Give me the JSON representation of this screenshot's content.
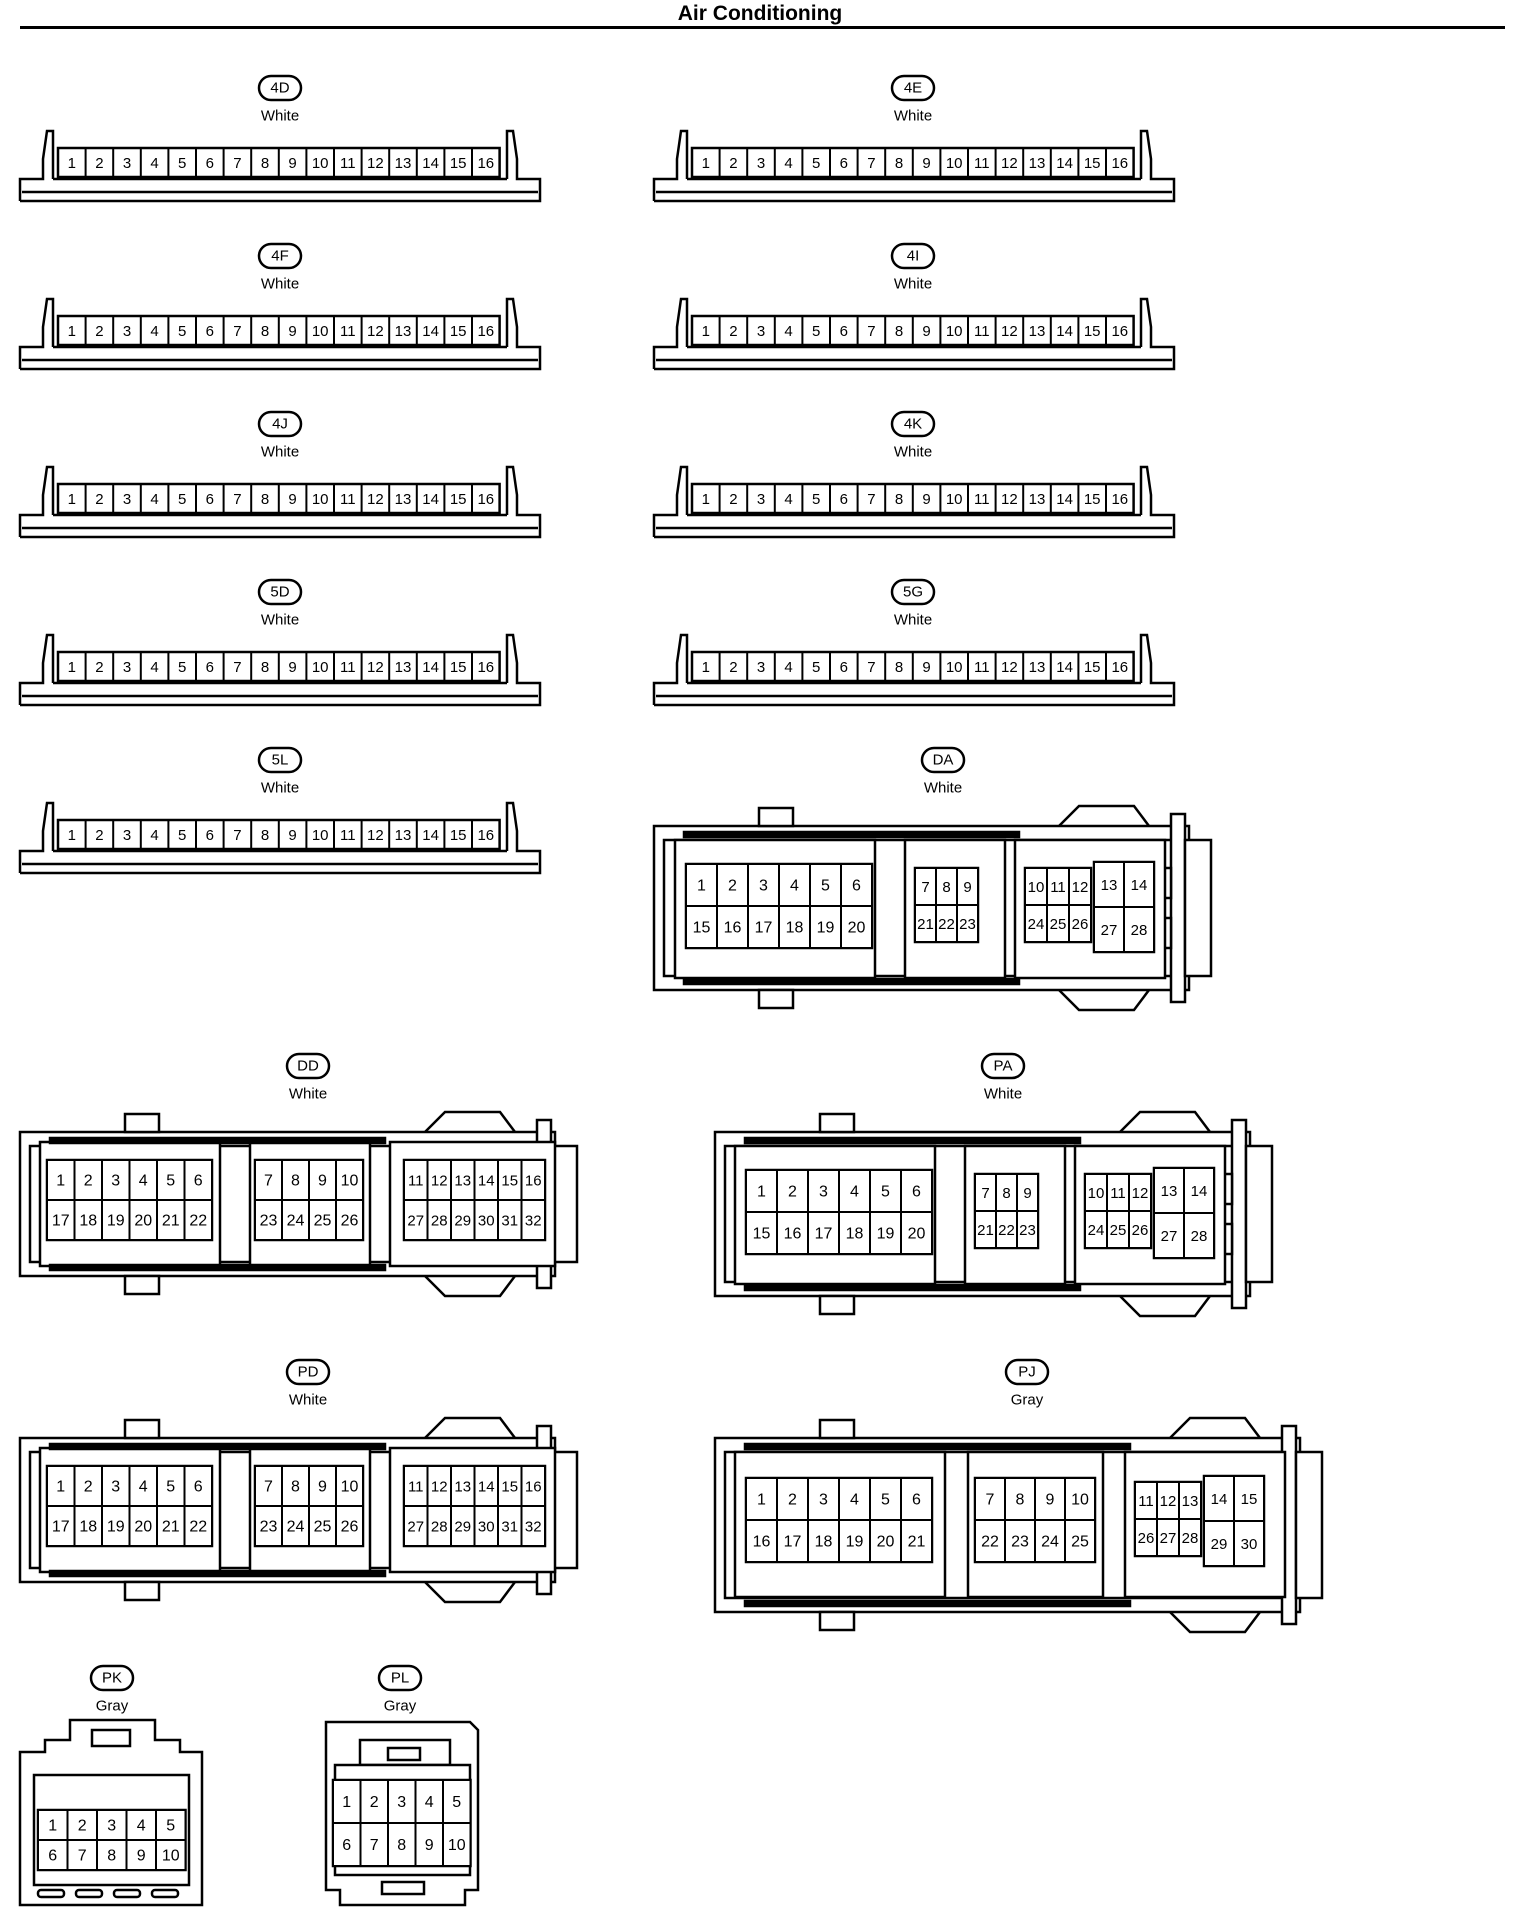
{
  "title": "Air Conditioning",
  "connectors": [
    {
      "id": "4D",
      "color": "White",
      "type": "linear16",
      "pins": [
        "1",
        "2",
        "3",
        "4",
        "5",
        "6",
        "7",
        "8",
        "9",
        "10",
        "11",
        "12",
        "13",
        "14",
        "15",
        "16"
      ]
    },
    {
      "id": "4E",
      "color": "White",
      "type": "linear16",
      "pins": [
        "1",
        "2",
        "3",
        "4",
        "5",
        "6",
        "7",
        "8",
        "9",
        "10",
        "11",
        "12",
        "13",
        "14",
        "15",
        "16"
      ]
    },
    {
      "id": "4F",
      "color": "White",
      "type": "linear16",
      "pins": [
        "1",
        "2",
        "3",
        "4",
        "5",
        "6",
        "7",
        "8",
        "9",
        "10",
        "11",
        "12",
        "13",
        "14",
        "15",
        "16"
      ]
    },
    {
      "id": "4I",
      "color": "White",
      "type": "linear16",
      "pins": [
        "1",
        "2",
        "3",
        "4",
        "5",
        "6",
        "7",
        "8",
        "9",
        "10",
        "11",
        "12",
        "13",
        "14",
        "15",
        "16"
      ]
    },
    {
      "id": "4J",
      "color": "White",
      "type": "linear16",
      "pins": [
        "1",
        "2",
        "3",
        "4",
        "5",
        "6",
        "7",
        "8",
        "9",
        "10",
        "11",
        "12",
        "13",
        "14",
        "15",
        "16"
      ]
    },
    {
      "id": "4K",
      "color": "White",
      "type": "linear16",
      "pins": [
        "1",
        "2",
        "3",
        "4",
        "5",
        "6",
        "7",
        "8",
        "9",
        "10",
        "11",
        "12",
        "13",
        "14",
        "15",
        "16"
      ]
    },
    {
      "id": "5D",
      "color": "White",
      "type": "linear16",
      "pins": [
        "1",
        "2",
        "3",
        "4",
        "5",
        "6",
        "7",
        "8",
        "9",
        "10",
        "11",
        "12",
        "13",
        "14",
        "15",
        "16"
      ]
    },
    {
      "id": "5G",
      "color": "White",
      "type": "linear16",
      "pins": [
        "1",
        "2",
        "3",
        "4",
        "5",
        "6",
        "7",
        "8",
        "9",
        "10",
        "11",
        "12",
        "13",
        "14",
        "15",
        "16"
      ]
    },
    {
      "id": "5L",
      "color": "White",
      "type": "linear16",
      "pins": [
        "1",
        "2",
        "3",
        "4",
        "5",
        "6",
        "7",
        "8",
        "9",
        "10",
        "11",
        "12",
        "13",
        "14",
        "15",
        "16"
      ]
    },
    {
      "id": "DA",
      "color": "White",
      "type": "block28",
      "blocks": [
        {
          "rows": [
            [
              "1",
              "2",
              "3",
              "4",
              "5",
              "6"
            ],
            [
              "15",
              "16",
              "17",
              "18",
              "19",
              "20"
            ]
          ]
        },
        {
          "rows": [
            [
              "7",
              "8",
              "9"
            ],
            [
              "21",
              "22",
              "23"
            ]
          ]
        },
        {
          "rows": [
            [
              "10",
              "11",
              "12"
            ],
            [
              "24",
              "25",
              "26"
            ]
          ],
          "extra": [
            [
              "13",
              "14"
            ],
            [
              "27",
              "28"
            ]
          ]
        }
      ]
    },
    {
      "id": "DD",
      "color": "White",
      "type": "block32",
      "blocks": [
        {
          "rows": [
            [
              "1",
              "2",
              "3",
              "4",
              "5",
              "6"
            ],
            [
              "17",
              "18",
              "19",
              "20",
              "21",
              "22"
            ]
          ]
        },
        {
          "rows": [
            [
              "7",
              "8",
              "9",
              "10"
            ],
            [
              "23",
              "24",
              "25",
              "26"
            ]
          ]
        },
        {
          "rows": [
            [
              "11",
              "12",
              "13",
              "14",
              "15",
              "16"
            ],
            [
              "27",
              "28",
              "29",
              "30",
              "31",
              "32"
            ]
          ]
        }
      ]
    },
    {
      "id": "PA",
      "color": "White",
      "type": "block28",
      "blocks": [
        {
          "rows": [
            [
              "1",
              "2",
              "3",
              "4",
              "5",
              "6"
            ],
            [
              "15",
              "16",
              "17",
              "18",
              "19",
              "20"
            ]
          ]
        },
        {
          "rows": [
            [
              "7",
              "8",
              "9"
            ],
            [
              "21",
              "22",
              "23"
            ]
          ]
        },
        {
          "rows": [
            [
              "10",
              "11",
              "12"
            ],
            [
              "24",
              "25",
              "26"
            ]
          ],
          "extra": [
            [
              "13",
              "14"
            ],
            [
              "27",
              "28"
            ]
          ]
        }
      ]
    },
    {
      "id": "PD",
      "color": "White",
      "type": "block32",
      "blocks": [
        {
          "rows": [
            [
              "1",
              "2",
              "3",
              "4",
              "5",
              "6"
            ],
            [
              "17",
              "18",
              "19",
              "20",
              "21",
              "22"
            ]
          ]
        },
        {
          "rows": [
            [
              "7",
              "8",
              "9",
              "10"
            ],
            [
              "23",
              "24",
              "25",
              "26"
            ]
          ]
        },
        {
          "rows": [
            [
              "11",
              "12",
              "13",
              "14",
              "15",
              "16"
            ],
            [
              "27",
              "28",
              "29",
              "30",
              "31",
              "32"
            ]
          ]
        }
      ]
    },
    {
      "id": "PJ",
      "color": "Gray",
      "type": "block30",
      "blocks": [
        {
          "rows": [
            [
              "1",
              "2",
              "3",
              "4",
              "5",
              "6"
            ],
            [
              "16",
              "17",
              "18",
              "19",
              "20",
              "21"
            ]
          ]
        },
        {
          "rows": [
            [
              "7",
              "8",
              "9",
              "10"
            ],
            [
              "22",
              "23",
              "24",
              "25"
            ]
          ]
        },
        {
          "rows": [
            [
              "11",
              "12",
              "13"
            ],
            [
              "26",
              "27",
              "28"
            ]
          ],
          "extra": [
            [
              "14",
              "15"
            ],
            [
              "29",
              "30"
            ]
          ]
        }
      ]
    },
    {
      "id": "PK",
      "color": "Gray",
      "type": "small10",
      "rows": [
        [
          "1",
          "2",
          "3",
          "4",
          "5"
        ],
        [
          "6",
          "7",
          "8",
          "9",
          "10"
        ]
      ]
    },
    {
      "id": "PL",
      "color": "Gray",
      "type": "small10b",
      "rows": [
        [
          "1",
          "2",
          "3",
          "4",
          "5"
        ],
        [
          "6",
          "7",
          "8",
          "9",
          "10"
        ]
      ]
    }
  ]
}
